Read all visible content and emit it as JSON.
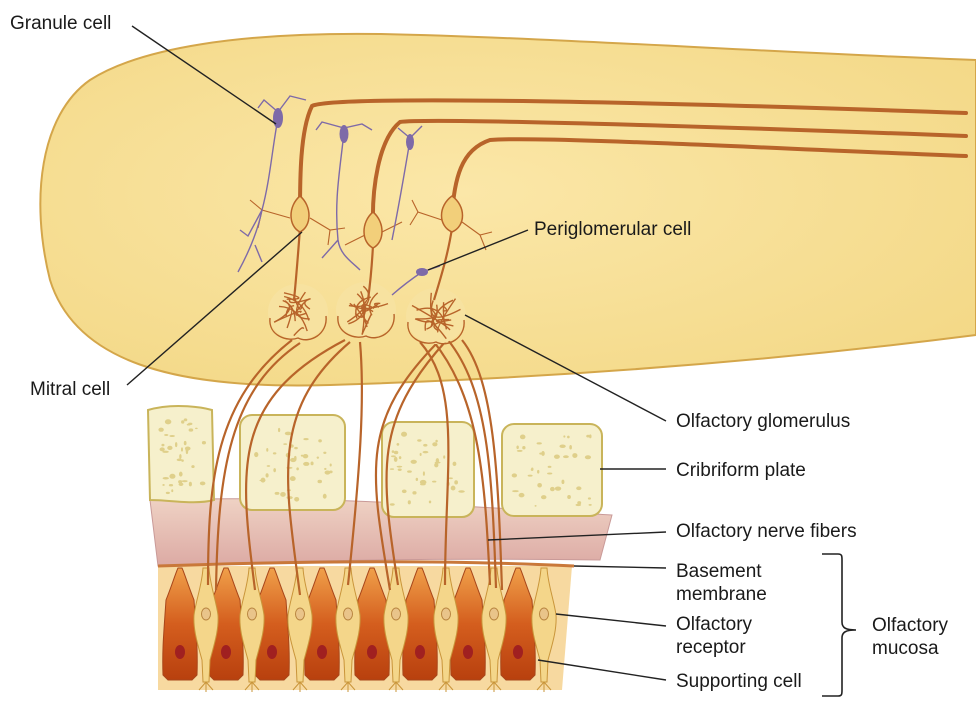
{
  "labels": {
    "granule_cell": "Granule cell",
    "mitral_cell": "Mitral cell",
    "periglomerular_cell": "Periglomerular cell",
    "olfactory_glomerulus": "Olfactory glomerulus",
    "cribriform_plate": "Cribriform plate",
    "olfactory_nerve_fibers": "Olfactory nerve fibers",
    "basement_membrane": [
      "Basement",
      "membrane"
    ],
    "olfactory_receptor": [
      "Olfactory",
      "receptor"
    ],
    "supporting_cell": "Supporting cell",
    "olfactory_mucosa": [
      "Olfactory",
      "mucosa"
    ]
  },
  "colors": {
    "bulb_fill": "#f5dc8c",
    "bulb_outline": "#d4a64a",
    "axon": "#b8642a",
    "mitral_body": "#f2cf7a",
    "interneuron": "#7e6aa8",
    "bone_fill": "#f6f0cc",
    "bone_outline": "#c9b45a",
    "bone_speckle": "#dfcf8a",
    "lamina_propria": "#e8c0b8",
    "mucosa_bg": "#f7d9a0",
    "supporting_cell": "#c8501c",
    "supporting_nucleus": "#a02020",
    "receptor_cell": "#f4d68a"
  }
}
